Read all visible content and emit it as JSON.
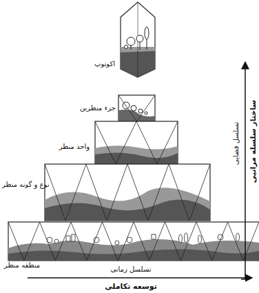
{
  "diagram": {
    "labels": [
      "اکوتوپ",
      "جزء منظرین",
      "واحد منظر",
      "نوع و گونه منظر",
      "منطقه منظر",
      "ساختار سلسله مراتبی",
      "تسلسل فضایی",
      "تسلسل زمانی",
      "توسعه تکاملی"
    ]
  }
}
